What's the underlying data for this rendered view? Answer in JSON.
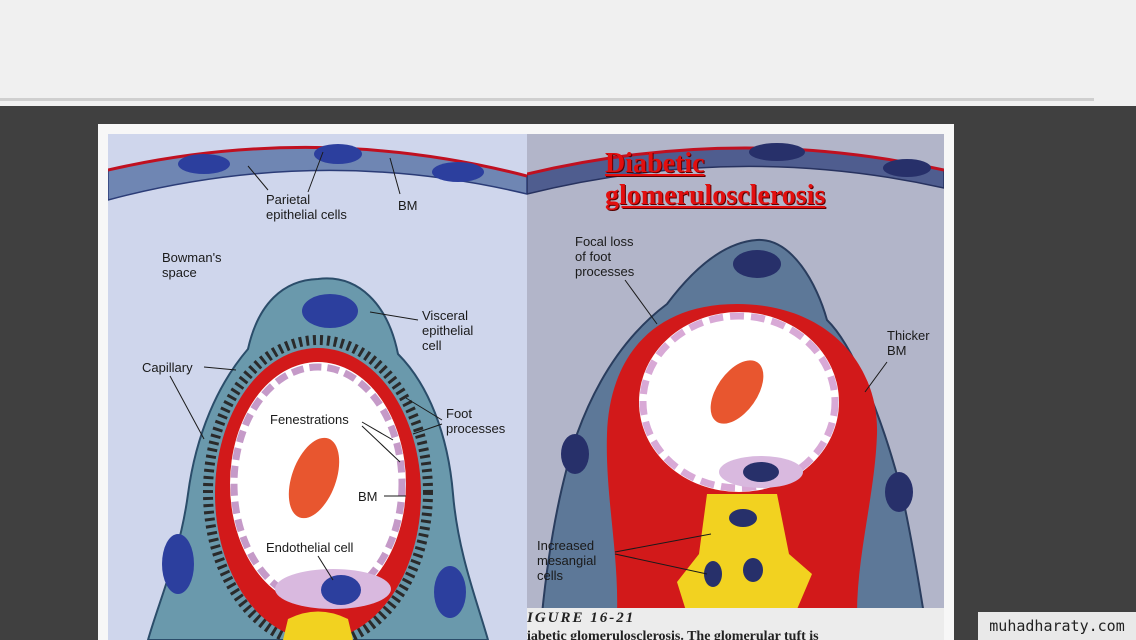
{
  "left_figure": {
    "labels": {
      "parietal_epithelial_cells": "Parietal\nepithelial cells",
      "bm_top": "BM",
      "bowmans_space": "Bowman's\nspace",
      "visceral_epithelial_cell": "Visceral\nepithelial\ncell",
      "capillary": "Capillary",
      "foot_processes": "Foot\nprocesses",
      "fenestrations": "Fenestrations",
      "bm_inner": "BM",
      "endothelial_cell": "Endothelial cell"
    }
  },
  "right_figure": {
    "title": "Diabetic\nglomerulosclerosis",
    "labels": {
      "focal_loss": "Focal loss\nof foot\nprocesses",
      "thicker_bm": "Thicker\nBM",
      "increased_mesangial": "Increased\nmesangial\ncells"
    },
    "figure_number": "IGURE 16-21",
    "caption": "iabetic glomerulosclerosis. The glomerular tuft is"
  },
  "watermark": "muhadharaty.com",
  "colors": {
    "stage": "#404040",
    "capillary_red": "#d2191a",
    "basement_membrane": "#c01020",
    "nucleus_blue": "#2c3f9e",
    "mesangial_yellow": "#f2d220",
    "title_red": "#e20f0f"
  }
}
